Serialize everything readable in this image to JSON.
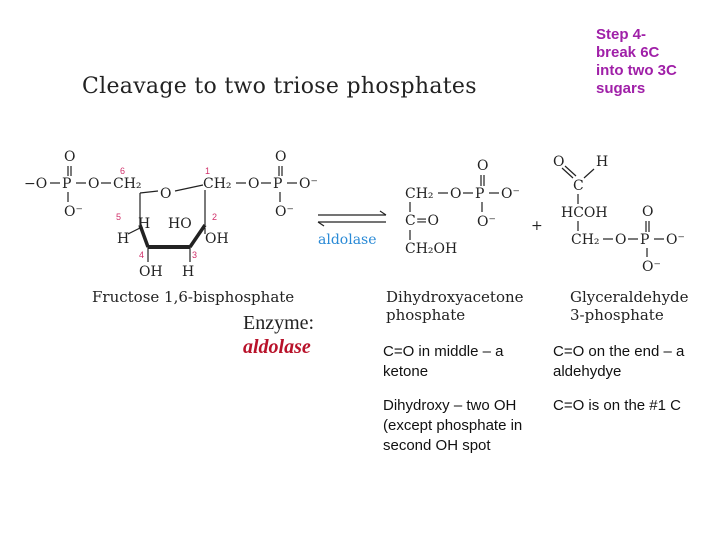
{
  "title": "Cleavage to two triose phosphates",
  "step_note": [
    "Step 4-",
    "break 6C",
    "into two 3C",
    "sugars"
  ],
  "reaction": {
    "enzyme_arrow_label": "aldolase",
    "plus": "+",
    "reactant": {
      "name": "Fructose 1,6-bisphosphate",
      "atoms": {
        "o_top_left": "O",
        "o_minus_left": "−O",
        "p_left": "P",
        "o_bridge_left": "O",
        "ch2_left": "CH₂",
        "o_bottom_left": "O⁻",
        "ring_o": "O",
        "ch2_right": "CH₂",
        "o_bridge_right": "O",
        "p_right": "P",
        "o_minus_right": "O⁻",
        "o_top_right": "O",
        "o_bottom_right": "O⁻",
        "h_c5": "H",
        "ho_c2": "HO",
        "h_c5_low": "H",
        "oh_c2": "OH",
        "oh_c4": "OH",
        "h_c3": "H"
      },
      "carbon_numbers": [
        "6",
        "1",
        "5",
        "2",
        "4",
        "3"
      ]
    },
    "product1": {
      "name_line1": "Dihydroxyacetone",
      "name_line2": "phosphate",
      "atoms": {
        "ch2_top": "CH₂",
        "o_bridge": "O",
        "p": "P",
        "o_minus": "O⁻",
        "o_top": "O",
        "o_bottom": "O⁻",
        "c_o": "C=O",
        "ch2oh": "CH₂OH"
      }
    },
    "product2": {
      "name_line1": "Glyceraldehyde",
      "name_line2": "3-phosphate",
      "atoms": {
        "o_ald": "O",
        "h_ald": "H",
        "c_top": "C",
        "hcoh": "HCOH",
        "ch2": "CH₂",
        "o_bridge": "O",
        "p": "P",
        "o_minus": "O⁻",
        "o_top": "O",
        "o_bottom": "O⁻"
      }
    }
  },
  "enzyme": {
    "label": "Enzyme:",
    "name": "aldolase"
  },
  "notes": {
    "dhap": [
      "C=O in middle – a ketone",
      "Dihydroxy – two OH (except phosphate in second OH spot"
    ],
    "g3p": [
      "C=O on the end – a aldehydye",
      "C=O is on the #1 C"
    ]
  }
}
